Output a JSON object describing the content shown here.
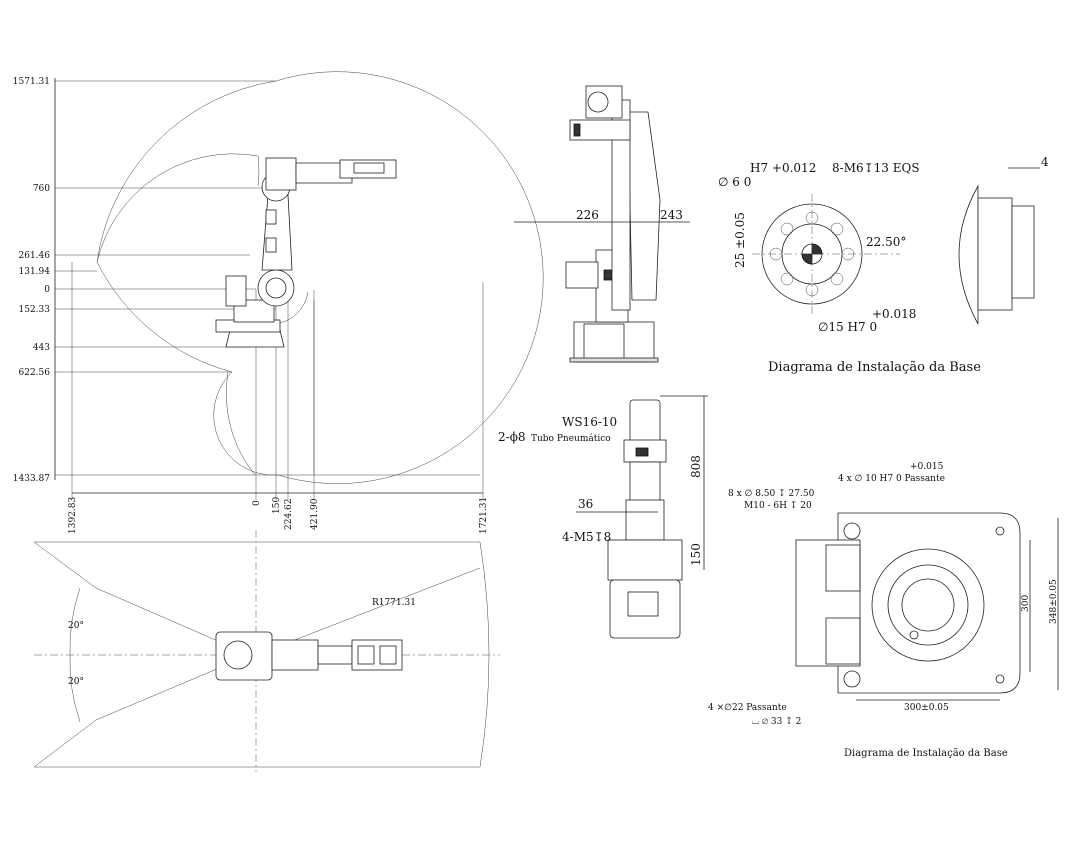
{
  "side_view": {
    "y_dims": [
      "1571.31",
      "760",
      "261.46",
      "131.94",
      "0",
      "152.33",
      "443",
      "622.56",
      "1433.87"
    ],
    "x_dims": [
      "1392.83",
      "0",
      "150",
      "224.62",
      "421.90",
      "1721.31"
    ]
  },
  "top_view": {
    "radius": "R1771.31",
    "angle_upper": "20°",
    "angle_lower": "20°"
  },
  "side_elevation": {
    "dim_left": "226",
    "dim_right": "243"
  },
  "flange": {
    "hole_tol_hi": "H7 +0.012",
    "hole_tol_lo": "∅ 6      0",
    "thread": "8-M6↧13 EQS",
    "vert_tol": "25 ±0.05",
    "angle": "22.50°",
    "bore_tol_hi": "+0.018",
    "bore_tol_lo": "∅15 H7   0",
    "side_dim": "4",
    "caption": "Diagrama de Instalação da Base"
  },
  "wrist": {
    "connector": "WS16-10",
    "tube_prefix": "2-ϕ8",
    "tube_label": "Tubo Pneumático",
    "dim_height": "808",
    "dim_width": "36",
    "thread": "4-M5↧8",
    "dim_150": "150"
  },
  "base": {
    "pin_tol": "+0.015",
    "pin_spec": "4 x ∅ 10 H7  0  Passante",
    "holes_a": "8 x ∅ 8.50 ↧ 27.50",
    "holes_b": "M10 - 6H ↧ 20",
    "dim_300_v": "300",
    "dim_348": "348±0.05",
    "dim_300_h": "300±0.05",
    "holes_c": "4 ×∅22 Passante",
    "holes_d": "⌴ ∅ 33 ↧ 2",
    "caption": "Diagrama de Instalação da Base"
  }
}
